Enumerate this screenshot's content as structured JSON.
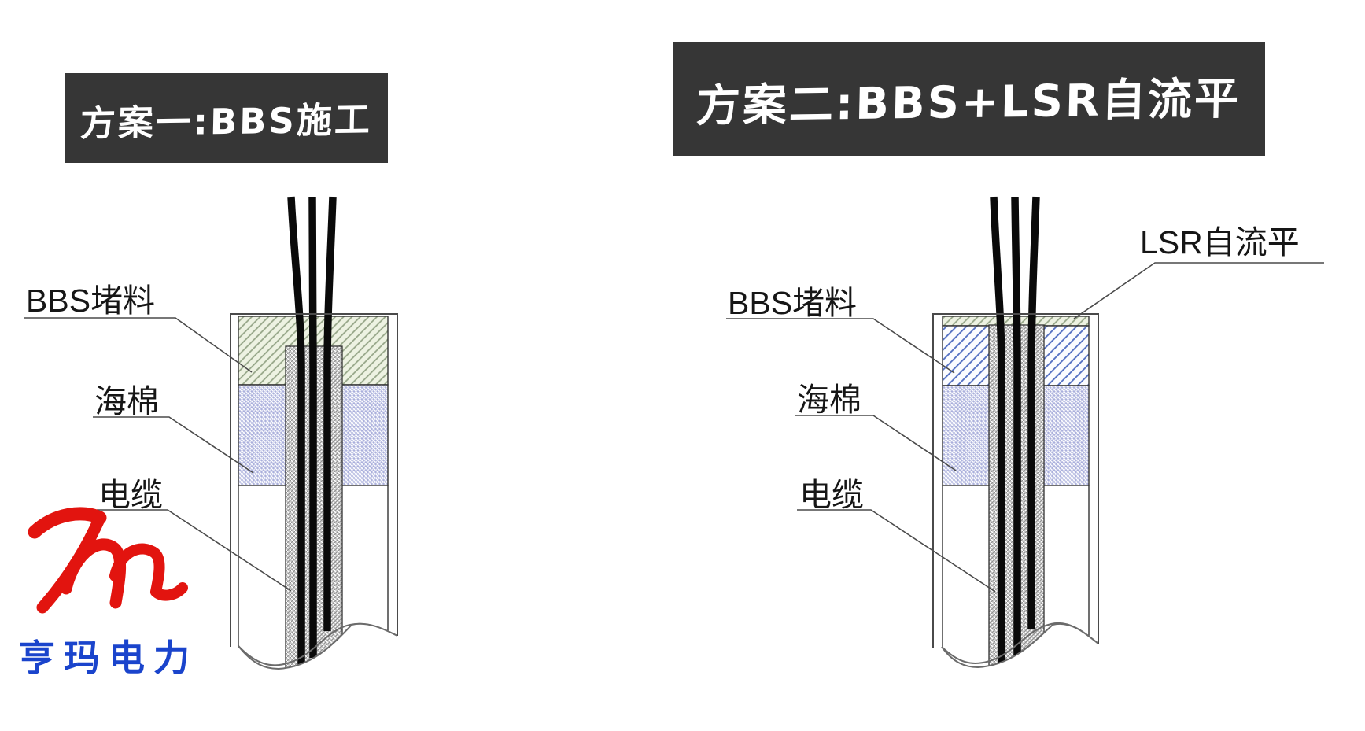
{
  "page": {
    "background": "#ffffff"
  },
  "scheme1": {
    "title": "方案一:BBS施工",
    "labels": {
      "bbs": "BBS堵料",
      "sponge": "海棉",
      "cable": "电缆"
    }
  },
  "scheme2": {
    "title": "方案二:BBS+LSR自流平",
    "labels": {
      "bbs": "BBS堵料",
      "sponge": "海棉",
      "cable": "电缆",
      "lsr": "LSR自流平"
    }
  },
  "logo": {
    "mark": "henma-m-brush-mark",
    "brand_text": "亨玛电力",
    "mark_color": "#e2140f",
    "text_color": "#1a44cc"
  },
  "colors": {
    "title_bg": "#363636",
    "title_text": "#ffffff",
    "bbs_green_fill": "#edf2e2",
    "bbs_green_hatch": "#93a385",
    "bbs_blue_hatch_line": "#4f6cc0",
    "sponge_fill": "#abb0dc",
    "cable_column_fill": "#c6c6c6",
    "cable_color": "#0a0a0a",
    "leader_line": "#4a4a4a"
  }
}
